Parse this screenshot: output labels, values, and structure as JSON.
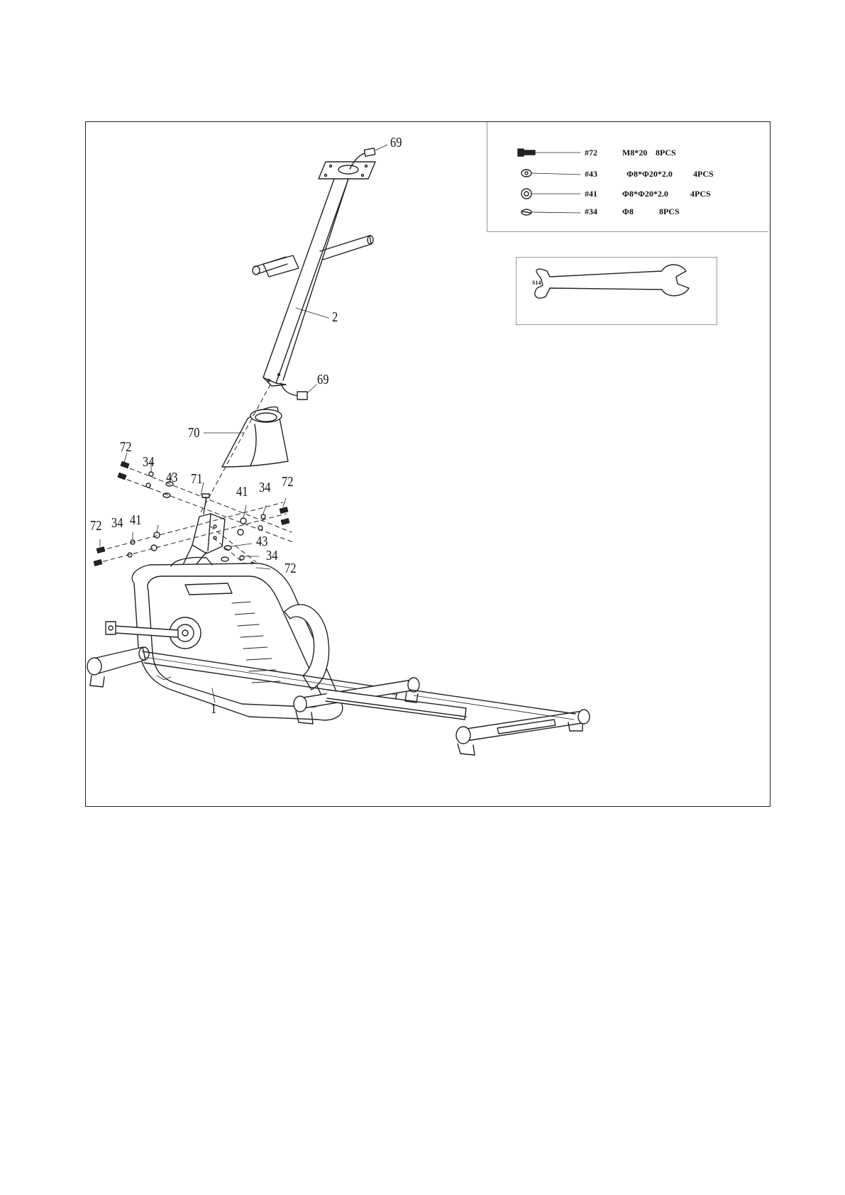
{
  "callouts": {
    "c69_top": "69",
    "c2": "2",
    "c69_mid": "69",
    "c70": "70",
    "c71": "71",
    "c72_a": "72",
    "c34_a": "34",
    "c43_a": "43",
    "c41_b": "41",
    "c34_b": "34",
    "c72_b": "72",
    "c72_c": "72",
    "c34_c": "34",
    "c41_c": "41",
    "c43_d": "43",
    "c34_d": "34",
    "c72_d": "72",
    "c1": "1"
  },
  "hardware": [
    {
      "part": "#72",
      "spec": "M8*20",
      "qty": "8PCS",
      "icon": "bolt-icon"
    },
    {
      "part": "#43",
      "spec": "Φ8*Φ20*2.0",
      "qty": "4PCS",
      "icon": "curved-washer-icon"
    },
    {
      "part": "#41",
      "spec": "Φ8*Φ20*2.0",
      "qty": "4PCS",
      "icon": "flat-washer-icon"
    },
    {
      "part": "#34",
      "spec": "Φ8",
      "qty": "8PCS",
      "icon": "spring-washer-icon"
    }
  ],
  "wrench": {
    "size_label": "S14",
    "icon": "wrench-icon"
  }
}
